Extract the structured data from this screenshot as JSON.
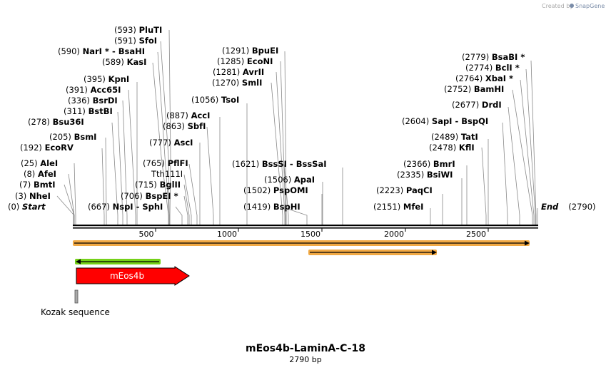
{
  "credit": {
    "prefix": "Created by",
    "brand": "SnapGene"
  },
  "plasmid": {
    "name": "mEos4b-LaminA-C-18",
    "length_label": "2790 bp",
    "length": 2790
  },
  "ticks": [
    500,
    1000,
    1500,
    2000,
    2500
  ],
  "colors": {
    "backbone": "#000000",
    "feature_red": "#ff0000",
    "orf_orange": "#f0a030",
    "orf_green": "#66cc00",
    "kozak": "#aaaaaa"
  },
  "sites": [
    {
      "pos": "(0)",
      "name": "Start",
      "bp": 0,
      "italic": true
    },
    {
      "pos": "(3)",
      "name": "NheI",
      "bp": 3
    },
    {
      "pos": "(7)",
      "name": "BmtI",
      "bp": 7
    },
    {
      "pos": "(8)",
      "name": "AfeI",
      "bp": 8
    },
    {
      "pos": "(25)",
      "name": "AleI",
      "bp": 25
    },
    {
      "pos": "(192)",
      "name": "EcoRV",
      "bp": 192
    },
    {
      "pos": "(205)",
      "name": "BsmI",
      "bp": 205
    },
    {
      "pos": "(278)",
      "name": "Bsu36I",
      "bp": 278
    },
    {
      "pos": "(311)",
      "name": "BstBI",
      "bp": 311
    },
    {
      "pos": "(336)",
      "name": "BsrDI",
      "bp": 336
    },
    {
      "pos": "(391)",
      "name": "Acc65I",
      "bp": 391
    },
    {
      "pos": "(395)",
      "name": "KpnI",
      "bp": 395
    },
    {
      "pos": "(589)",
      "name": "KasI",
      "bp": 589
    },
    {
      "pos": "(590)",
      "name": "NarI * - BsaHI",
      "bp": 590
    },
    {
      "pos": "(591)",
      "name": "SfoI",
      "bp": 591
    },
    {
      "pos": "(593)",
      "name": "PluTI",
      "bp": 593
    },
    {
      "pos": "(667)",
      "name": "NspI - SphI",
      "bp": 667
    },
    {
      "pos": "(706)",
      "name": "BspEI *",
      "bp": 706
    },
    {
      "pos": "(715)",
      "name": "BglII",
      "bp": 715
    },
    {
      "pos": "",
      "name": "Tth111I",
      "bp": 740
    },
    {
      "pos": "(765)",
      "name": "PflFI",
      "bp": 765
    },
    {
      "pos": "(777)",
      "name": "AscI",
      "bp": 777
    },
    {
      "pos": "(863)",
      "name": "SbfI",
      "bp": 863
    },
    {
      "pos": "(887)",
      "name": "AccI",
      "bp": 887
    },
    {
      "pos": "(1056)",
      "name": "TsoI",
      "bp": 1056
    },
    {
      "pos": "(1270)",
      "name": "SmlI",
      "bp": 1270
    },
    {
      "pos": "(1281)",
      "name": "AvrII",
      "bp": 1281
    },
    {
      "pos": "(1285)",
      "name": "EcoNI",
      "bp": 1285
    },
    {
      "pos": "(1291)",
      "name": "BpuEI",
      "bp": 1291
    },
    {
      "pos": "(1419)",
      "name": "BspHI",
      "bp": 1419
    },
    {
      "pos": "(1502)",
      "name": "PspOMI",
      "bp": 1502
    },
    {
      "pos": "(1506)",
      "name": "ApaI",
      "bp": 1506
    },
    {
      "pos": "(1621)",
      "name": "BssSI - BssSaI",
      "bp": 1621
    },
    {
      "pos": "(2151)",
      "name": "MfeI",
      "bp": 2151
    },
    {
      "pos": "(2223)",
      "name": "PaqCI",
      "bp": 2223
    },
    {
      "pos": "(2335)",
      "name": "BsiWI",
      "bp": 2335
    },
    {
      "pos": "(2366)",
      "name": "BmrI",
      "bp": 2366
    },
    {
      "pos": "(2478)",
      "name": "KflI",
      "bp": 2478
    },
    {
      "pos": "(2489)",
      "name": "TatI",
      "bp": 2489
    },
    {
      "pos": "(2604)",
      "name": "SapI - BspQI",
      "bp": 2604
    },
    {
      "pos": "(2677)",
      "name": "DrdI",
      "bp": 2677
    },
    {
      "pos": "(2752)",
      "name": "BamHI",
      "bp": 2752
    },
    {
      "pos": "(2764)",
      "name": "XbaI *",
      "bp": 2764
    },
    {
      "pos": "(2774)",
      "name": "BclI *",
      "bp": 2774
    },
    {
      "pos": "(2779)",
      "name": "BsaBI *",
      "bp": 2779
    },
    {
      "pos": "(2790)",
      "name": "End",
      "bp": 2790,
      "italic": true
    }
  ],
  "features": {
    "meos": {
      "label": "mEos4b"
    },
    "kozak": {
      "label": "Kozak sequence"
    }
  }
}
